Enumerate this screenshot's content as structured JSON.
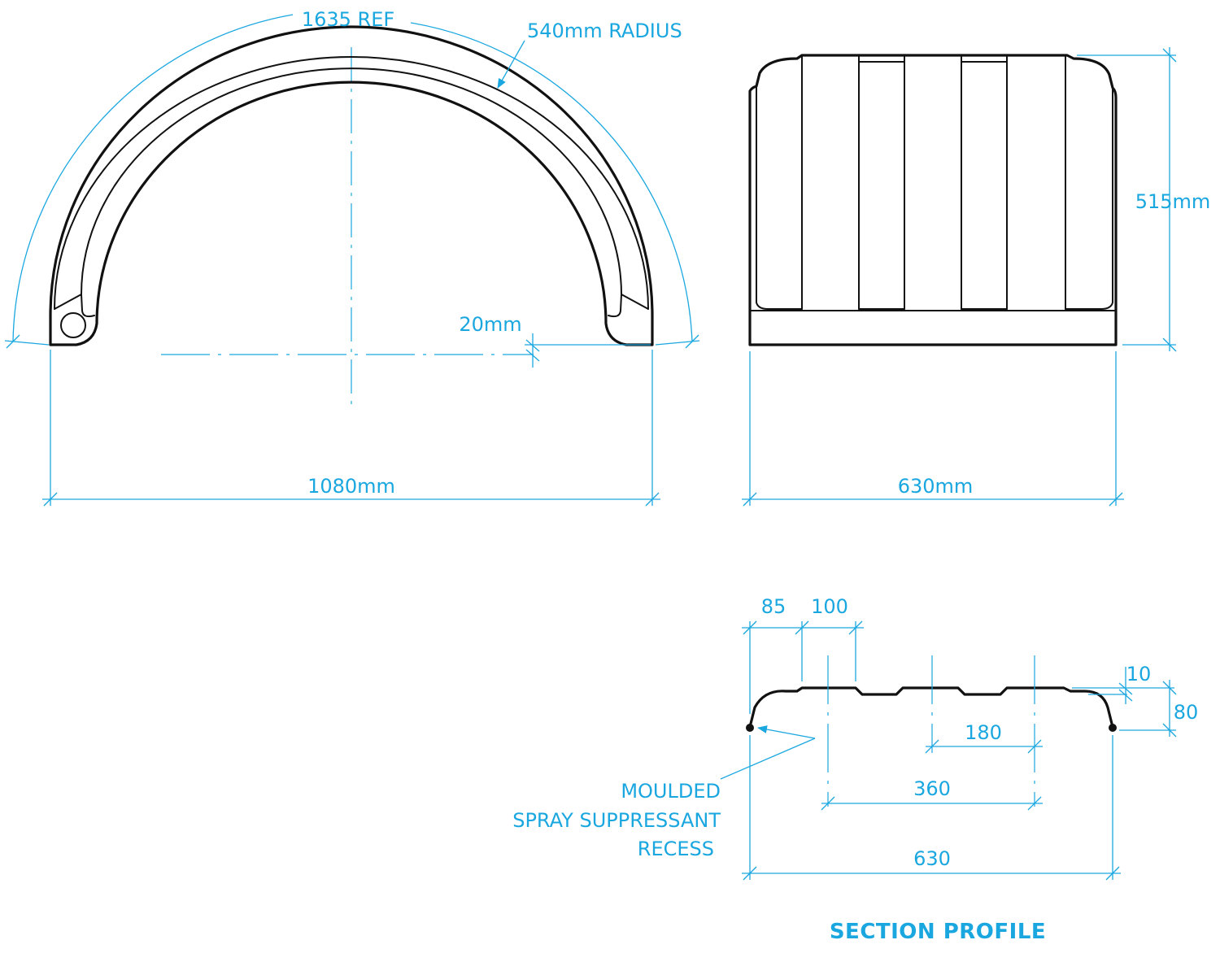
{
  "side_view": {
    "arc_length": "1635 REF",
    "radius": "540mm RADIUS",
    "flange": "20mm",
    "width": "1080mm"
  },
  "front_view": {
    "height": "515mm",
    "width": "630mm"
  },
  "section": {
    "title": "SECTION PROFILE",
    "dim_85": "85",
    "dim_100": "100",
    "dim_10": "10",
    "dim_80": "80",
    "dim_180": "180",
    "dim_360": "360",
    "dim_630": "630",
    "recess_line1": "MOULDED",
    "recess_line2": "SPRAY SUPPRESSANT",
    "recess_line3": "RECESS"
  },
  "colors": {
    "dimension": "#1aa7e0",
    "outline": "#111111"
  }
}
